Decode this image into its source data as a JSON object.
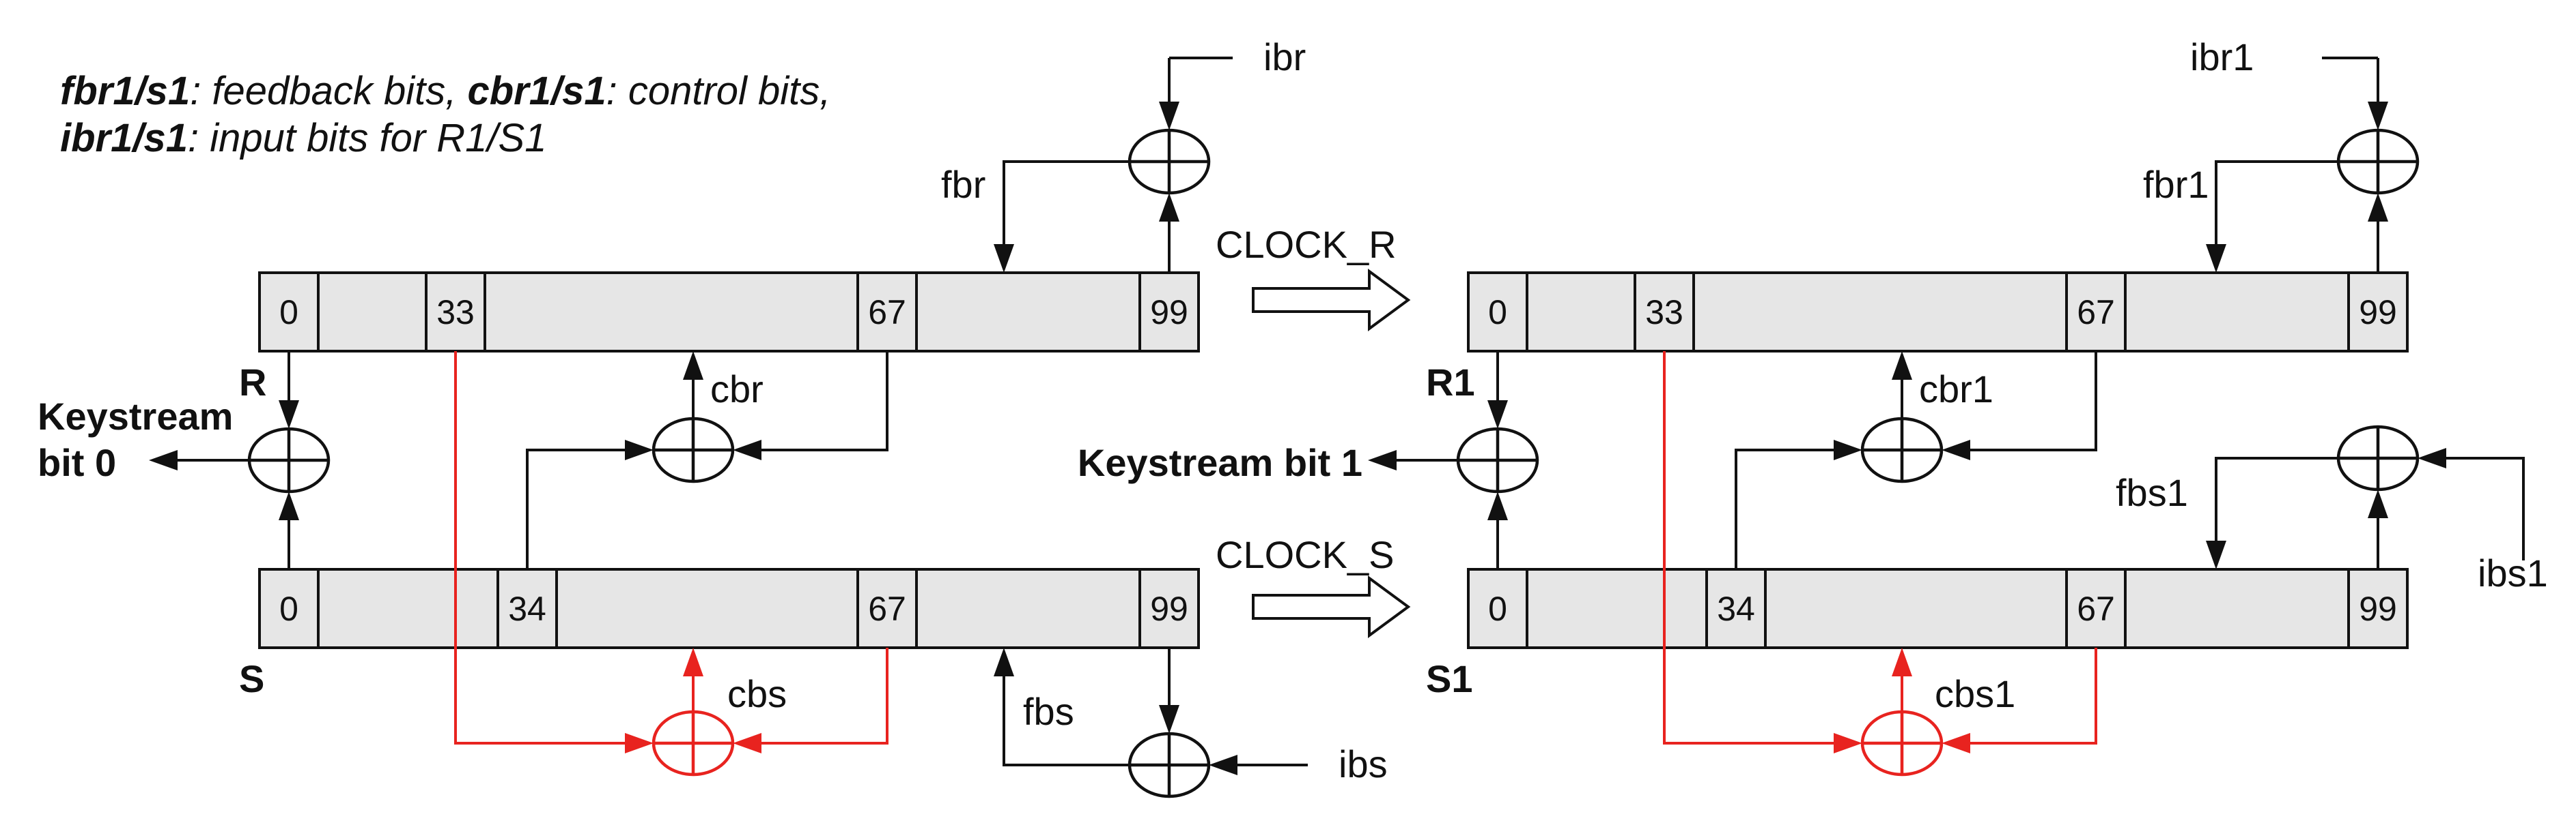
{
  "legend": {
    "line1_part1_bold": "fbr1/s1",
    "line1_part1_text": ": feedback bits, ",
    "line1_part2_bold": "cbr1/s1",
    "line1_part2_text": ": control bits,",
    "line2_bold": "ibr1/s1",
    "line2_text": ": input bits for R1/S1"
  },
  "left": {
    "reg_r": {
      "name": "R",
      "cells": [
        "0",
        "33",
        "67",
        "99"
      ]
    },
    "reg_s": {
      "name": "S",
      "cells": [
        "0",
        "34",
        "67",
        "99"
      ]
    },
    "keystream_line1": "Keystream",
    "keystream_line2": "bit 0",
    "ibr": "ibr",
    "fbr": "fbr",
    "cbr": "cbr",
    "cbs": "cbs",
    "fbs": "fbs",
    "ibs": "ibs"
  },
  "clocks": {
    "clock_r": "CLOCK_R",
    "clock_s": "CLOCK_S"
  },
  "right": {
    "reg_r": {
      "name": "R1",
      "cells": [
        "0",
        "33",
        "67",
        "99"
      ]
    },
    "reg_s": {
      "name": "S1",
      "cells": [
        "0",
        "34",
        "67",
        "99"
      ]
    },
    "keystream": "Keystream bit 1",
    "ibr": "ibr1",
    "fbr": "fbr1",
    "cbr": "cbr1",
    "cbs": "cbs1",
    "fbs": "fbs1",
    "ibs": "ibs1"
  },
  "colors": {
    "control_path": "#e8231f",
    "register_fill": "#e6e6e6",
    "stroke": "#111111"
  }
}
